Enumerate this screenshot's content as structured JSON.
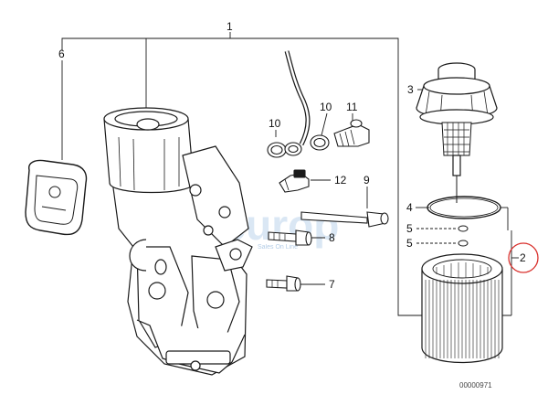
{
  "diagram": {
    "callouts": {
      "c1": "1",
      "c2": "2",
      "c3": "3",
      "c4": "4",
      "c5a": "5",
      "c5b": "5",
      "c6": "6",
      "c7": "7",
      "c8": "8",
      "c9": "9",
      "c10a": "10",
      "c10b": "10",
      "c11": "11",
      "c12": "12"
    },
    "drawing_code": "00000971",
    "highlight_color": "#d9322e",
    "line_color": "#1a1a1a"
  },
  "watermark": {
    "logo": "eeuroparts",
    "tagline": "Sales On Line"
  }
}
